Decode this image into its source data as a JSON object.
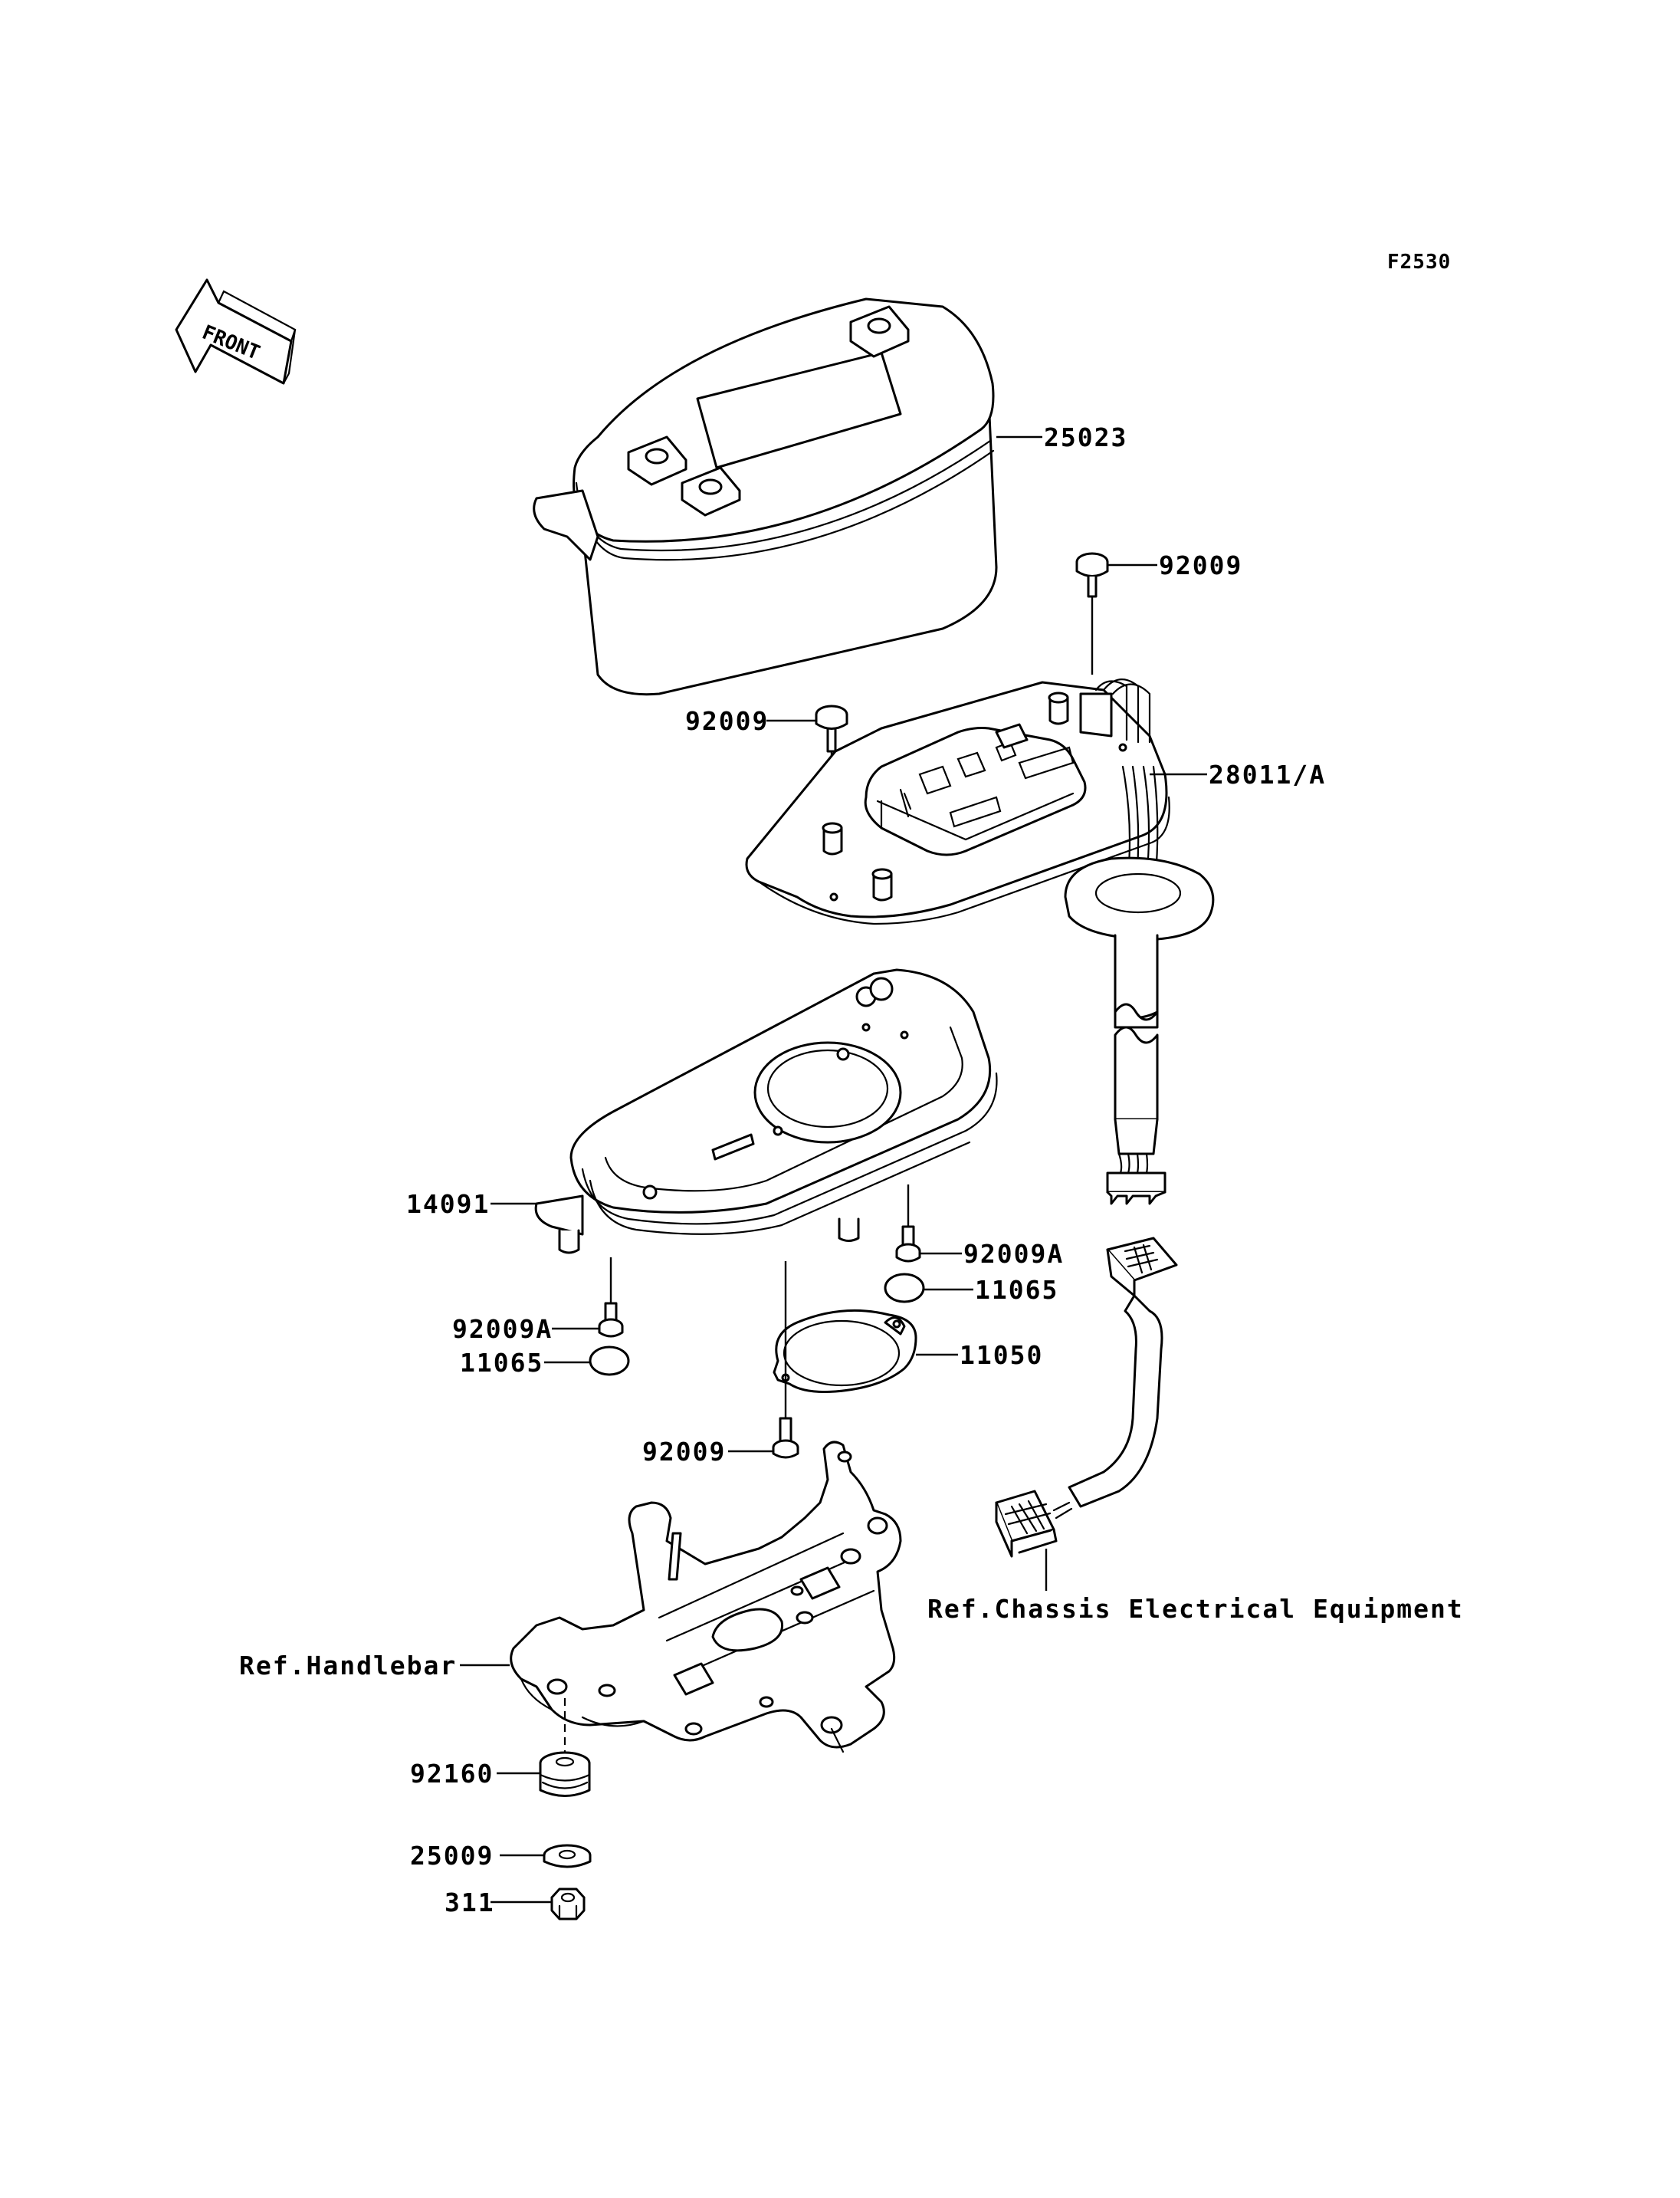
{
  "figure_code": "F2530",
  "front_label": "FRONT",
  "labels": {
    "p25023": "25023",
    "p92009_top": "92009",
    "p92009_mid": "92009",
    "p28011": "28011/A",
    "p14091": "14091",
    "p92009A_right": "92009A",
    "p11065_right": "11065",
    "p92009A_left": "92009A",
    "p11065_left": "11065",
    "p11050": "11050",
    "p92009_low": "92009",
    "ref_chassis": "Ref.Chassis Electrical Equipment",
    "ref_handlebar": "Ref.Handlebar",
    "p92160": "92160",
    "p25009": "25009",
    "p311": "311"
  }
}
